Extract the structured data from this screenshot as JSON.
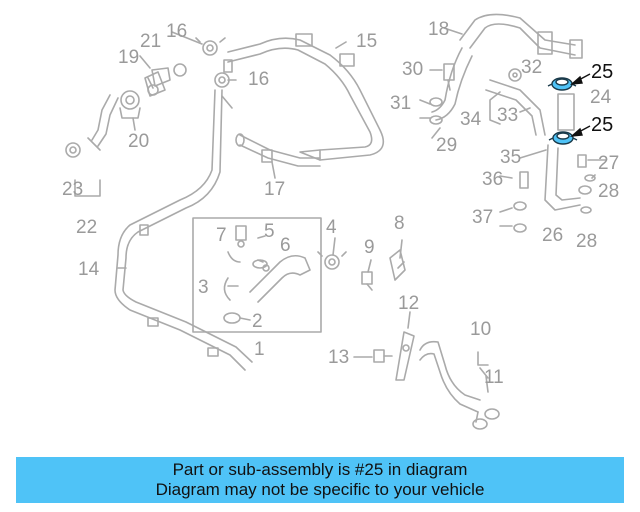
{
  "diagram": {
    "callouts": [
      {
        "id": "c18",
        "text": "18"
      },
      {
        "id": "c16a",
        "text": "16"
      },
      {
        "id": "c21",
        "text": "21"
      },
      {
        "id": "c15",
        "text": "15"
      },
      {
        "id": "c19",
        "text": "19"
      },
      {
        "id": "c16b",
        "text": "16"
      },
      {
        "id": "c30",
        "text": "30"
      },
      {
        "id": "c32",
        "text": "32"
      },
      {
        "id": "c25a",
        "text": "25"
      },
      {
        "id": "c24",
        "text": "24"
      },
      {
        "id": "c31",
        "text": "31"
      },
      {
        "id": "c33",
        "text": "33"
      },
      {
        "id": "c34",
        "text": "34"
      },
      {
        "id": "c25b",
        "text": "25"
      },
      {
        "id": "c20",
        "text": "20"
      },
      {
        "id": "c29",
        "text": "29"
      },
      {
        "id": "c35",
        "text": "35"
      },
      {
        "id": "c27",
        "text": "27"
      },
      {
        "id": "c23",
        "text": "23"
      },
      {
        "id": "c17",
        "text": "17"
      },
      {
        "id": "c36",
        "text": "36"
      },
      {
        "id": "c28a",
        "text": "28"
      },
      {
        "id": "c22",
        "text": "22"
      },
      {
        "id": "c37",
        "text": "37"
      },
      {
        "id": "c26",
        "text": "26"
      },
      {
        "id": "c28b",
        "text": "28"
      },
      {
        "id": "c7",
        "text": "7"
      },
      {
        "id": "c5",
        "text": "5"
      },
      {
        "id": "c4",
        "text": "4"
      },
      {
        "id": "c8",
        "text": "8"
      },
      {
        "id": "c6",
        "text": "6"
      },
      {
        "id": "c9",
        "text": "9"
      },
      {
        "id": "c14",
        "text": "14"
      },
      {
        "id": "c3",
        "text": "3"
      },
      {
        "id": "c12",
        "text": "12"
      },
      {
        "id": "c2",
        "text": "2"
      },
      {
        "id": "c10",
        "text": "10"
      },
      {
        "id": "c1",
        "text": "1"
      },
      {
        "id": "c13",
        "text": "13"
      },
      {
        "id": "c11",
        "text": "11"
      }
    ],
    "highlight_color": "#4fc3f7",
    "line_color": "#aaaaaa"
  },
  "banner": {
    "line1": "Part or sub-assembly is #25 in diagram",
    "line2": "Diagram may not be specific to your vehicle"
  }
}
